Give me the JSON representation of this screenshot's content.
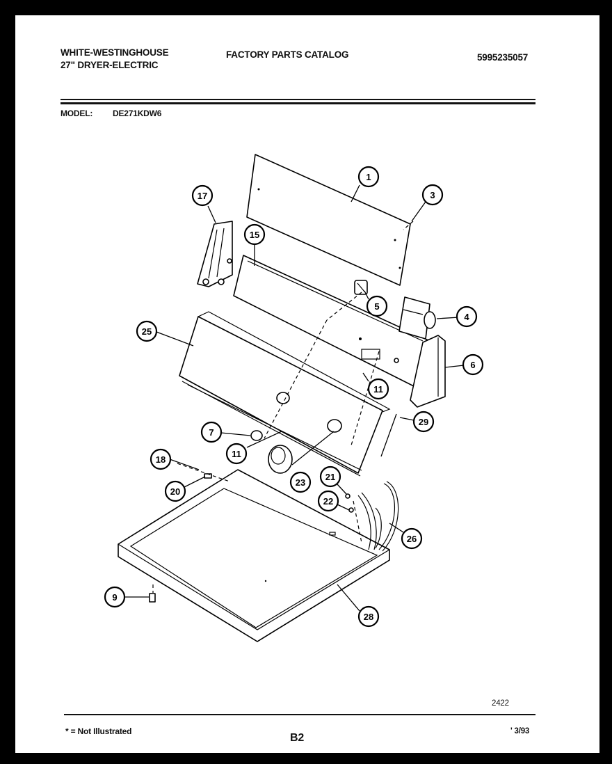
{
  "header": {
    "brand": "WHITE-WESTINGHOUSE",
    "product": "27\"   DRYER-ELECTRIC",
    "catalog_title": "FACTORY  PARTS  CATALOG",
    "catalog_number": "5995235057",
    "model_label": "MODEL:",
    "model_value": "DE271KDW6"
  },
  "callouts": [
    {
      "id": "c1",
      "label": "1"
    },
    {
      "id": "c3",
      "label": "3"
    },
    {
      "id": "c17",
      "label": "17"
    },
    {
      "id": "c15",
      "label": "15"
    },
    {
      "id": "c5",
      "label": "5"
    },
    {
      "id": "c4",
      "label": "4"
    },
    {
      "id": "c25",
      "label": "25"
    },
    {
      "id": "c6",
      "label": "6"
    },
    {
      "id": "c11a",
      "label": "11"
    },
    {
      "id": "c29",
      "label": "29"
    },
    {
      "id": "c7",
      "label": "7"
    },
    {
      "id": "c11b",
      "label": "11"
    },
    {
      "id": "c18",
      "label": "18"
    },
    {
      "id": "c23",
      "label": "23"
    },
    {
      "id": "c21",
      "label": "21"
    },
    {
      "id": "c20",
      "label": "20"
    },
    {
      "id": "c22",
      "label": "22"
    },
    {
      "id": "c26",
      "label": "26"
    },
    {
      "id": "c9",
      "label": "9"
    },
    {
      "id": "c28",
      "label": "28"
    }
  ],
  "footer": {
    "diagram_number": "2422",
    "note": "* = Not Illustrated",
    "page": "B2",
    "date": "' 3/93"
  }
}
